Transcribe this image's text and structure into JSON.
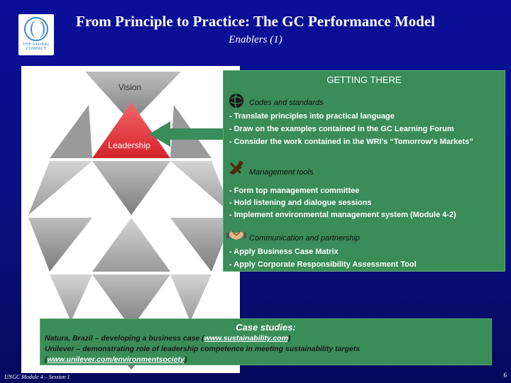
{
  "header": {
    "title": "From Principle to Practice: The GC Performance Model",
    "subtitle": "Enablers (1)",
    "logo_text": "THE GLOBAL COMPACT"
  },
  "diagram": {
    "labels": [
      "Vision",
      "Leadership"
    ],
    "colors": {
      "vision": "#8e8e8e",
      "leadership": "#e8343a",
      "arrow": "#3a8c58"
    }
  },
  "getting_there": {
    "title": "GETTING THERE",
    "sections": [
      {
        "icon": "globe-icon",
        "heading": "Codes and standards",
        "bullets": [
          "- Translate principles into practical language",
          "- Draw on the examples contained in the GC Learning Forum",
          "- Consider the work contained in the WRI’s “Tomorrow’s Markets”"
        ]
      },
      {
        "icon": "tools-icon",
        "heading": "Management tools",
        "bullets": [
          "- Form top management committee",
          "- Hold listening and dialogue sessions",
          "- Implement environmental management system (Module 4-2)"
        ]
      },
      {
        "icon": "handshake-icon",
        "heading": "Communication and partnership",
        "bullets": [
          "- Apply Business Case Matrix",
          "- Apply Corporate Responsibility Assessment Tool"
        ]
      }
    ]
  },
  "case_studies": {
    "title": "Case studies:",
    "line1_prefix": "Natura, Brazil – developing a business case (",
    "line1_link": "www.sustainability.com",
    "line1_suffix": ")",
    "line2": "Unilever – demonstrating role of leadership competence in meeting sustainability targets",
    "line3_prefix": "(",
    "line3_link": "www.unilever.com/environmentsociety",
    "line3_suffix": ")"
  },
  "footer": {
    "left": "UNGC Module 4 – Session 1",
    "page": "6"
  }
}
